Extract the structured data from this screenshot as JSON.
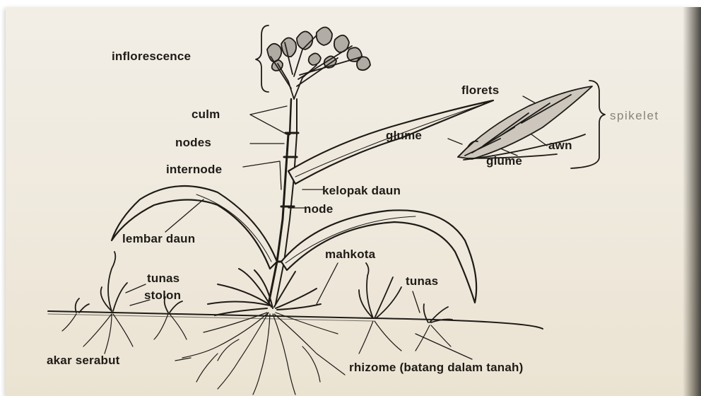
{
  "labels": {
    "inflorescence": "inflorescence",
    "culm": "culm",
    "nodes": "nodes",
    "internode": "internode",
    "lembar_daun": "lembar daun",
    "tunas_left": "tunas",
    "stolon": "stolon",
    "akar_serabut": "akar serabut",
    "florets": "florets",
    "glume_top": "glume",
    "awn": "awn",
    "glume_bottom": "glume",
    "spikelet": "spikelet",
    "kelopak_daun": "kelopak daun",
    "node": "node",
    "mahkota": "mahkota",
    "tunas_right": "tunas",
    "rhizome": "rhizome (batang dalam tanah)"
  },
  "colors": {
    "ink": "#1e1b17",
    "paper": "#efe9dd"
  }
}
